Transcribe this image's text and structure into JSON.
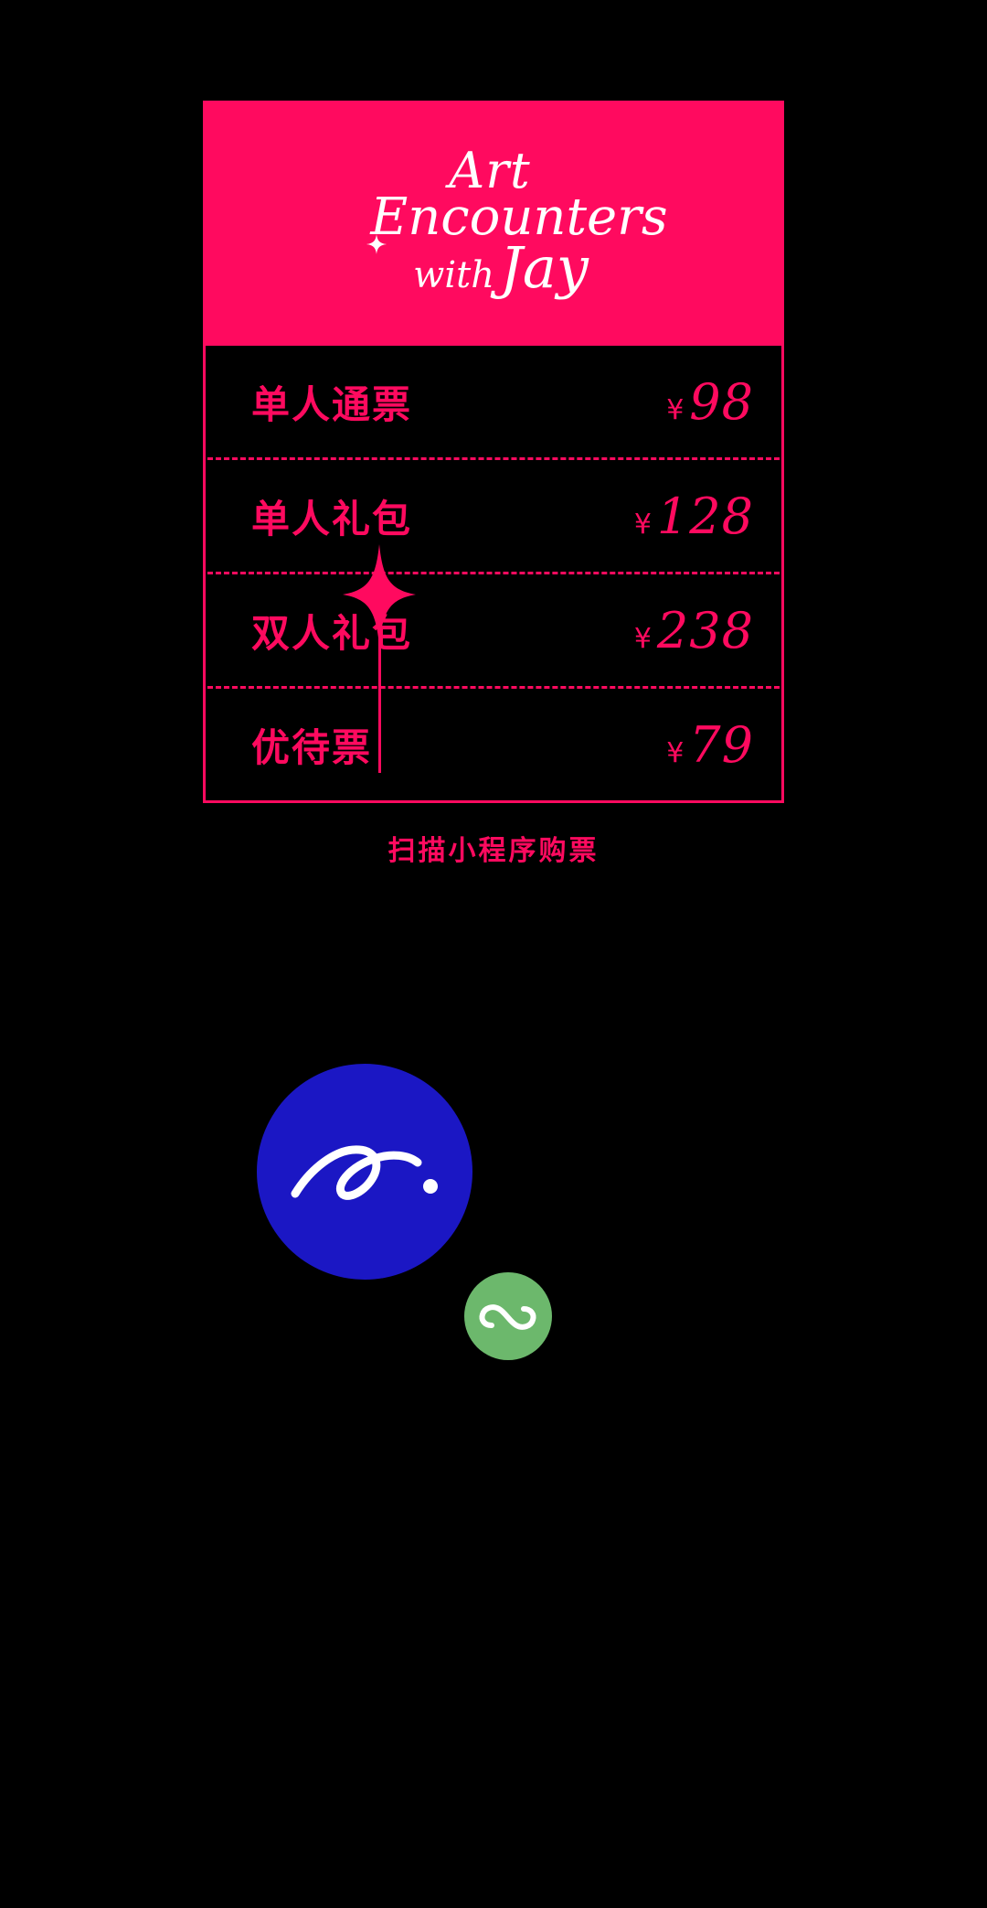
{
  "page": {
    "background_color": "#000000",
    "accent_color": "#FF0A5F"
  },
  "ticket_card": {
    "header": {
      "logo_line1": "Art",
      "logo_line2": "Encounters",
      "logo_line3_prefix": "with",
      "logo_line3_name": "Jay",
      "background_color": "#FF0A5F",
      "text_color": "#FFFFFF"
    },
    "rows": [
      {
        "name": "单人通票",
        "currency": "¥",
        "price": "98"
      },
      {
        "name": "单人礼包",
        "currency": "¥",
        "price": "128"
      },
      {
        "name": "双人礼包",
        "currency": "¥",
        "price": "238"
      },
      {
        "name": "优待票",
        "currency": "¥",
        "price": "79"
      }
    ]
  },
  "scan": {
    "label": "扫描小程序购票"
  },
  "brand": {
    "circle_color": "#1B17C4",
    "mark_color": "#FFFFFF"
  },
  "mini_program": {
    "badge_color": "#6CB86C",
    "glyph_color": "#FFFFFF"
  }
}
